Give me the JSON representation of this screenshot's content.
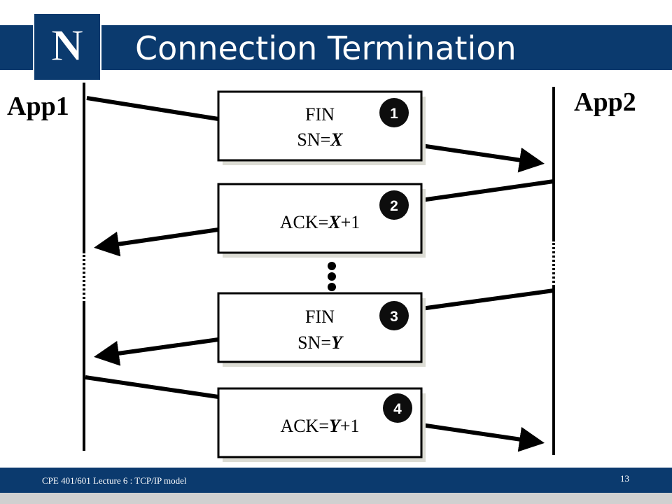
{
  "slide": {
    "title": "Connection Termination",
    "footer": "CPE 401/601 Lecture 6 : TCP/IP model",
    "page_number": "13"
  },
  "logo": {
    "icon": "university-n-logo",
    "letter": "N"
  },
  "diagram": {
    "left_label": "App1",
    "right_label": "App2",
    "messages": [
      {
        "step": "1",
        "lines": [
          [
            {
              "t": "FIN",
              "i": false
            }
          ],
          [
            {
              "t": "SN=",
              "i": false
            },
            {
              "t": "X",
              "i": true
            }
          ]
        ]
      },
      {
        "step": "2",
        "lines": [
          [
            {
              "t": "ACK=",
              "i": false
            },
            {
              "t": "X",
              "i": true
            },
            {
              "t": "+1",
              "i": false
            }
          ]
        ]
      },
      {
        "step": "3",
        "lines": [
          [
            {
              "t": "FIN",
              "i": false
            }
          ],
          [
            {
              "t": "SN=",
              "i": false
            },
            {
              "t": "Y",
              "i": true
            }
          ]
        ]
      },
      {
        "step": "4",
        "lines": [
          [
            {
              "t": "ACK=",
              "i": false
            },
            {
              "t": "Y",
              "i": true
            },
            {
              "t": "+1",
              "i": false
            }
          ]
        ]
      }
    ]
  },
  "colors": {
    "brand": "#0b3a6e",
    "box_shadow": "#dcdcd4",
    "marker": "#000000"
  }
}
